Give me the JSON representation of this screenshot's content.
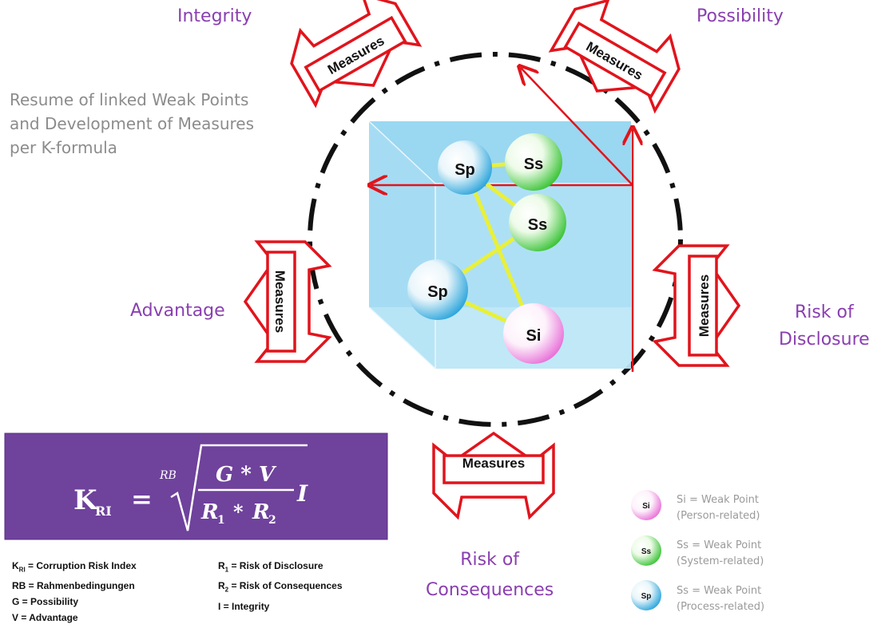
{
  "labels": {
    "integrity": "Integrity",
    "possibility": "Possibility",
    "advantage": "Advantage",
    "risk_disclosure": [
      "Risk of",
      "Disclosure"
    ],
    "risk_consequences": [
      "Risk of",
      "Consequences"
    ]
  },
  "resume": [
    "Resume of linked Weak Points",
    "and Development of Measures",
    "per K-formula"
  ],
  "measures_label": "Measures",
  "spheres": {
    "sp": "Sp",
    "ss": "Ss",
    "si": "Si"
  },
  "formula": {
    "k": "K",
    "k_sub": "RI",
    "equals": "=",
    "root_index": "RB",
    "numerator": "G * V",
    "denominator_r1": "R",
    "denominator_r1_sub": "1",
    "times": "*",
    "denominator_r2": "R",
    "denominator_r2_sub": "2",
    "tail": "I"
  },
  "definitions": {
    "left": [
      {
        "key": "K",
        "sub": "RI",
        "text": " = Corruption Risk Index"
      },
      {
        "key": "RB",
        "sub": "",
        "text": " = Rahmenbedingungen"
      },
      {
        "key": "G",
        "sub": "",
        "text": " = Possibility"
      },
      {
        "key": "V",
        "sub": "",
        "text": " = Advantage"
      }
    ],
    "right": [
      {
        "key": "R",
        "sub": "1",
        "text": " = Risk of Disclosure"
      },
      {
        "key": "R",
        "sub": "2",
        "text": " = Risk of Consequences"
      },
      {
        "key": "I",
        "sub": "",
        "text": " = Integrity"
      }
    ]
  },
  "key": [
    {
      "icon": "Si",
      "line1": "Si = Weak Point",
      "line2": "(Person-related)",
      "color": "#e873d8"
    },
    {
      "icon": "Ss",
      "line1": "Ss = Weak Point",
      "line2": "(System-related)",
      "color": "#3ec43a"
    },
    {
      "icon": "Sp",
      "line1": "Ss = Weak Point",
      "line2": "(Process-related)",
      "color": "#2fa6dc"
    }
  ],
  "colors": {
    "purple_text": "#8a3fb0",
    "measures_red": "#e1141c",
    "cube_blue": "#8fd3ef",
    "connector_yellow": "#e8f03a",
    "arrow_red": "#e1141c"
  }
}
